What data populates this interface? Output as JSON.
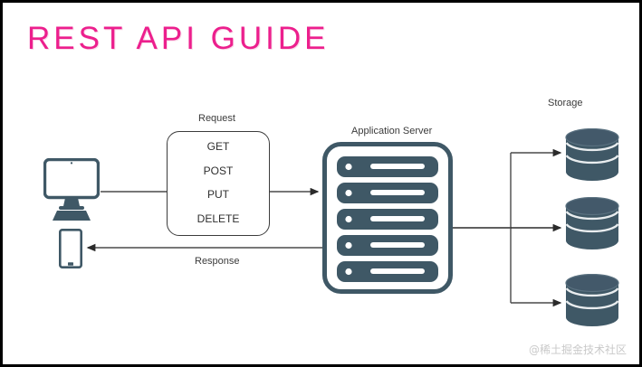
{
  "title": "REST API GUIDE",
  "labels": {
    "request": "Request",
    "response": "Response",
    "application_server": "Application Server",
    "storage": "Storage"
  },
  "methods": [
    {
      "name": "GET"
    },
    {
      "name": "POST"
    },
    {
      "name": "PUT"
    },
    {
      "name": "DELETE"
    }
  ],
  "nodes": {
    "client_monitor": "desktop-computer",
    "client_phone": "mobile-phone",
    "server": "application-server-rack",
    "databases": [
      {
        "name": "database-cylinder-1"
      },
      {
        "name": "database-cylinder-2"
      },
      {
        "name": "database-cylinder-3"
      }
    ]
  },
  "colors": {
    "title_pink": "#EC1F8D",
    "slate": "#3F5866",
    "line": "#4a4a4a",
    "watermark": "#c9c9c9"
  },
  "watermark": "@稀土掘金技术社区"
}
